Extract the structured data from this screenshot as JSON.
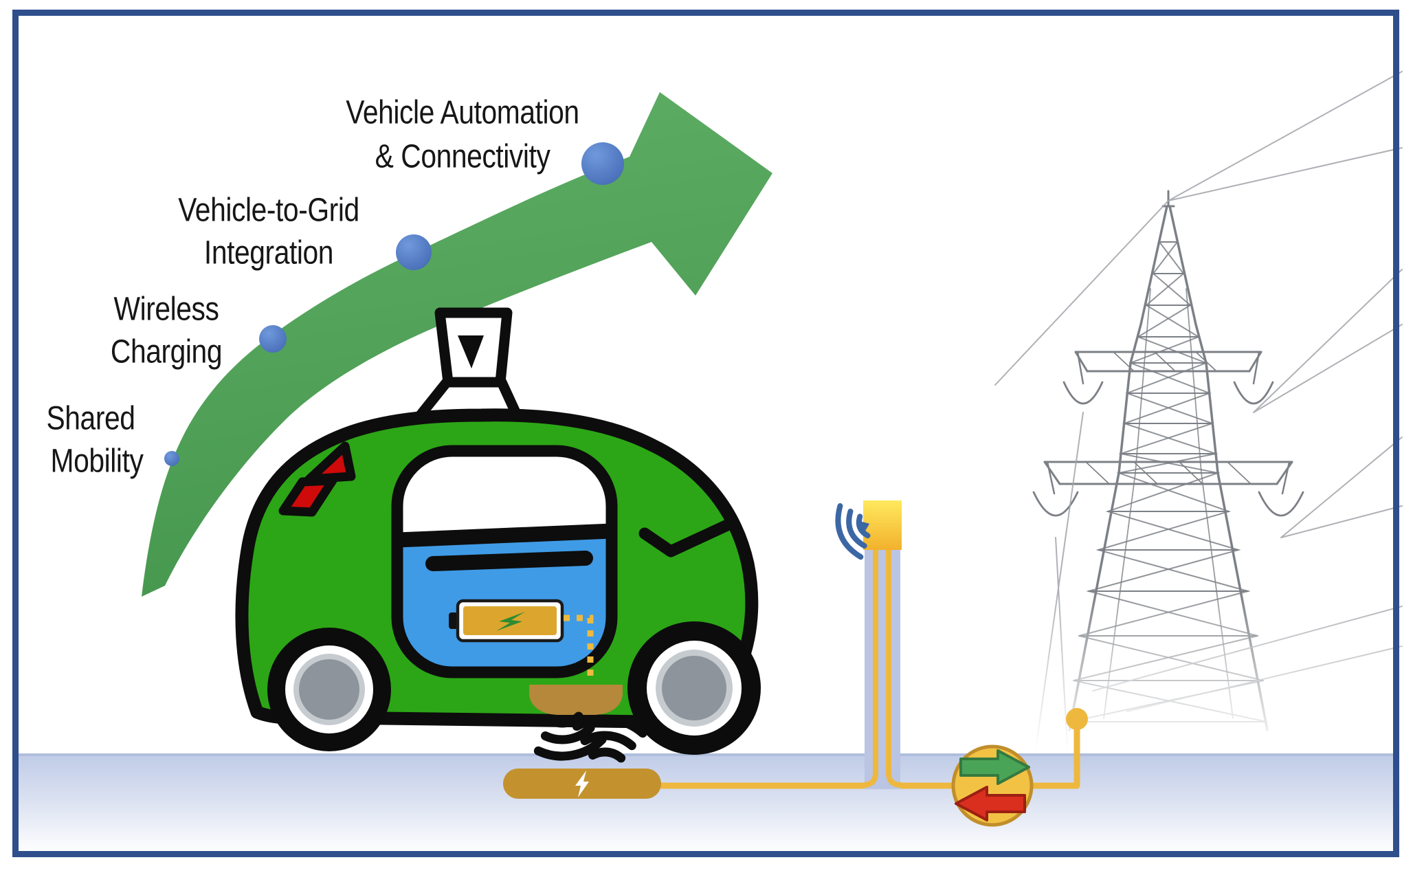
{
  "milestones": [
    {
      "line1": "Shared",
      "line2": "Mobility"
    },
    {
      "line1": "Wireless",
      "line2": "Charging"
    },
    {
      "line1": "Vehicle-to-Grid",
      "line2": "Integration"
    },
    {
      "line1": "Vehicle Automation",
      "line2": "& Connectivity"
    }
  ],
  "colors": {
    "frame_navy": "#2f4e8c",
    "arrow_green": "#52a05a",
    "dot_blue": "#4472c4",
    "car_green": "#2ca616",
    "car_outline": "#0d0d0d",
    "taillight_red": "#cf0a0a",
    "door_blue": "#3f9be6",
    "window_white": "#ffffff",
    "battery_gold": "#dca62e",
    "bolt_green": "#2e8b32",
    "receiver_pad_tan": "#b5883b",
    "ground_pad_gold": "#c3922e",
    "cable_gold": "#eeb83f",
    "pole_lavender": "#b9c5e3",
    "station_box_yellow": "#f7c437",
    "wifi_blue": "#3c67a5",
    "flow_circle_gold": "#f2c245",
    "flow_circle_border": "#c18e2b",
    "flow_arrow_green": "#4aa457",
    "flow_arrow_red": "#da2f1f",
    "ground_blue_gray": "#bfcbe7",
    "wheel_gray": "#8d949b",
    "tower_gray": "#60656c",
    "text_black": "#161616"
  },
  "icons": [
    "lidar-sensor-icon",
    "battery-icon",
    "lightning-bolt-icon",
    "wireless-waves-icon",
    "wifi-signal-icon",
    "bidirectional-arrows-icon",
    "transmission-tower-icon",
    "charging-pad-icon",
    "milestone-dot"
  ]
}
